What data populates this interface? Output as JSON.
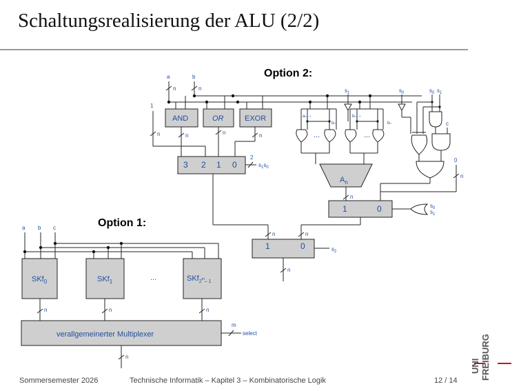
{
  "slide": {
    "title": "Schaltungsrealisierung der ALU (2/2)"
  },
  "footer": {
    "left": "Sommersemester 2026",
    "center": "Technische Informatik – Kapitel 3 – Kombinatorische Logik",
    "page": "12 / 14"
  },
  "logo": {
    "line1": "UNI",
    "line2": "FREIBURG"
  },
  "option1": {
    "heading": "Option 1:",
    "inputs": {
      "a": "a",
      "b": "b",
      "c": "c"
    },
    "blocks": {
      "f0_main": "SKf",
      "f0_sub": "0",
      "f1_main": "SKf",
      "f1_sub": "1",
      "dots": "...",
      "fn_main": "SKf",
      "fn_sub": "2",
      "fn_sup": "m",
      "fn_tail": "– 1"
    },
    "bus_width": "n",
    "mux_label": "verallgemeinerter  Multiplexer",
    "select_width": "m",
    "select_label": "select",
    "output_width": "n"
  },
  "option2": {
    "heading": "Option 2:",
    "inputs": {
      "a": "a",
      "b": "b",
      "one": "1",
      "zero": "0"
    },
    "bus_width": "n",
    "gates": {
      "and": "AND",
      "or": "OR",
      "exor": "EXOR"
    },
    "mux4": {
      "in3": "3",
      "in2": "2",
      "in1": "1",
      "in0": "0",
      "sel_width": "2",
      "sel_s1": "s",
      "sel_s1_sub": "1",
      "sel_s0": "s",
      "sel_s0_sub": "0"
    },
    "adder": {
      "label": "A",
      "sub": "n"
    },
    "adder_inputs": {
      "an1_a": "a",
      "an1_b": "b",
      "sub_n1": "n – 1",
      "a0": "a",
      "b0": "b",
      "sub0": "0",
      "dots": "..."
    },
    "controls": {
      "s1_top": "s",
      "s1_top_sub": "1",
      "s0_top": "s",
      "s0_top_sub": "0",
      "s0_right": "s",
      "s0_right_sub": "0",
      "s1_right": "s",
      "s1_right_sub": "1",
      "c": "c"
    },
    "mux2_upper": {
      "in1": "1",
      "in0": "0",
      "sel_s0": "s",
      "sel_s0_sub": "0",
      "sel_s1": "s",
      "sel_s1_sub": "1"
    },
    "mux2_lower": {
      "in1": "1",
      "in0": "0",
      "sel": "s",
      "sel_sub": "2"
    }
  }
}
